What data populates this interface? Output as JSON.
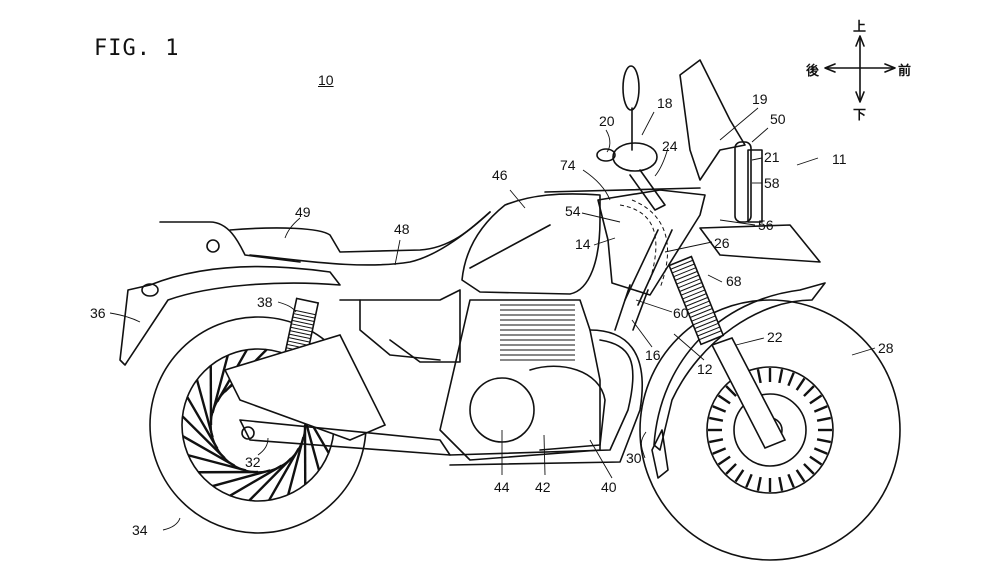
{
  "figure": {
    "title": "FIG. 1",
    "reference_numeral": "10",
    "subject": "motorcycle side view (patent drawing)"
  },
  "direction_indicator": {
    "up": "上",
    "down": "下",
    "rear": "後",
    "front": "前"
  },
  "labels": [
    {
      "id": "11",
      "text": "11"
    },
    {
      "id": "12",
      "text": "12"
    },
    {
      "id": "14",
      "text": "14"
    },
    {
      "id": "16",
      "text": "16"
    },
    {
      "id": "18",
      "text": "18"
    },
    {
      "id": "19",
      "text": "19"
    },
    {
      "id": "20",
      "text": "20"
    },
    {
      "id": "21",
      "text": "21"
    },
    {
      "id": "22",
      "text": "22"
    },
    {
      "id": "24",
      "text": "24"
    },
    {
      "id": "26",
      "text": "26"
    },
    {
      "id": "28",
      "text": "28"
    },
    {
      "id": "30",
      "text": "30"
    },
    {
      "id": "32",
      "text": "32"
    },
    {
      "id": "34",
      "text": "34"
    },
    {
      "id": "36",
      "text": "36"
    },
    {
      "id": "38",
      "text": "38"
    },
    {
      "id": "40",
      "text": "40"
    },
    {
      "id": "42",
      "text": "42"
    },
    {
      "id": "44",
      "text": "44"
    },
    {
      "id": "46",
      "text": "46"
    },
    {
      "id": "48",
      "text": "48"
    },
    {
      "id": "49",
      "text": "49"
    },
    {
      "id": "50",
      "text": "50"
    },
    {
      "id": "54",
      "text": "54"
    },
    {
      "id": "56",
      "text": "56"
    },
    {
      "id": "58",
      "text": "58"
    },
    {
      "id": "60",
      "text": "60"
    },
    {
      "id": "68",
      "text": "68"
    },
    {
      "id": "74",
      "text": "74"
    }
  ]
}
